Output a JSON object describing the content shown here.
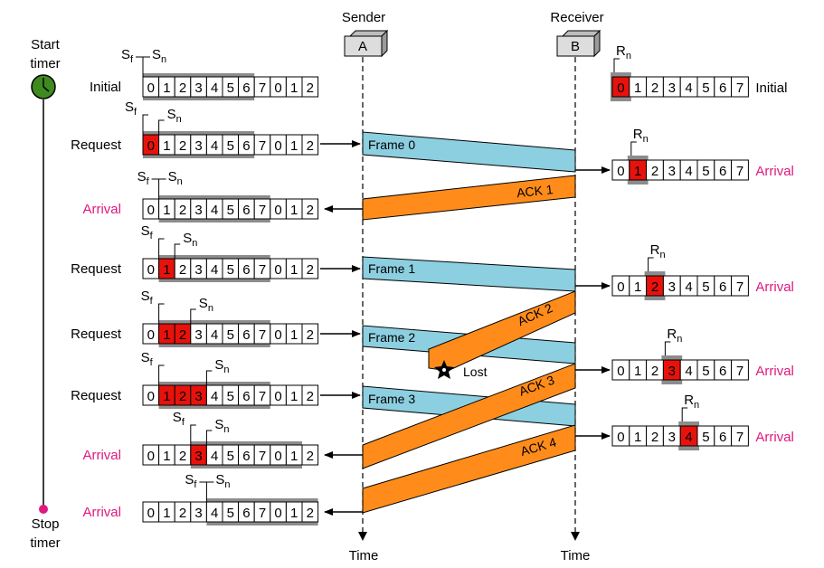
{
  "timer": {
    "start": [
      "Start",
      "timer"
    ],
    "stop": [
      "Stop",
      "timer"
    ]
  },
  "sender": {
    "title": "Sender",
    "box": "A",
    "time": "Time"
  },
  "receiver": {
    "title": "Receiver",
    "box": "B",
    "time": "Time"
  },
  "pointers": {
    "sf": "S",
    "sf_sub": "f",
    "sn": "S",
    "sn_sub": "n",
    "rn": "R",
    "rn_sub": "n"
  },
  "sender_rows": [
    {
      "label": "Initial",
      "kind": "event",
      "cells": [
        "0",
        "1",
        "2",
        "3",
        "4",
        "5",
        "6",
        "7",
        "0",
        "1",
        "2"
      ],
      "sf": 0,
      "sn": 0,
      "window_start": 0,
      "window_size": 7,
      "outstanding": []
    },
    {
      "label": "Request",
      "kind": "event",
      "cells": [
        "0",
        "1",
        "2",
        "3",
        "4",
        "5",
        "6",
        "7",
        "0",
        "1",
        "2"
      ],
      "sf": 0,
      "sn": 1,
      "window_start": 0,
      "window_size": 7,
      "outstanding": [
        0
      ]
    },
    {
      "label": "Arrival",
      "kind": "arrival",
      "cells": [
        "0",
        "1",
        "2",
        "3",
        "4",
        "5",
        "6",
        "7",
        "0",
        "1",
        "2"
      ],
      "sf": 1,
      "sn": 1,
      "window_start": 1,
      "window_size": 7,
      "outstanding": []
    },
    {
      "label": "Request",
      "kind": "event",
      "cells": [
        "0",
        "1",
        "2",
        "3",
        "4",
        "5",
        "6",
        "7",
        "0",
        "1",
        "2"
      ],
      "sf": 1,
      "sn": 2,
      "window_start": 1,
      "window_size": 7,
      "outstanding": [
        1
      ]
    },
    {
      "label": "Request",
      "kind": "event",
      "cells": [
        "0",
        "1",
        "2",
        "3",
        "4",
        "5",
        "6",
        "7",
        "0",
        "1",
        "2"
      ],
      "sf": 1,
      "sn": 3,
      "window_start": 1,
      "window_size": 7,
      "outstanding": [
        1,
        2
      ]
    },
    {
      "label": "Request",
      "kind": "event",
      "cells": [
        "0",
        "1",
        "2",
        "3",
        "4",
        "5",
        "6",
        "7",
        "0",
        "1",
        "2"
      ],
      "sf": 1,
      "sn": 4,
      "window_start": 1,
      "window_size": 7,
      "outstanding": [
        1,
        2,
        3
      ]
    },
    {
      "label": "Arrival",
      "kind": "arrival",
      "cells": [
        "0",
        "1",
        "2",
        "3",
        "4",
        "5",
        "6",
        "7",
        "0",
        "1",
        "2"
      ],
      "sf": 3,
      "sn": 4,
      "window_start": 3,
      "window_size": 7,
      "outstanding": [
        3
      ]
    },
    {
      "label": "Arrival",
      "kind": "arrival",
      "cells": [
        "0",
        "1",
        "2",
        "3",
        "4",
        "5",
        "6",
        "7",
        "0",
        "1",
        "2"
      ],
      "sf": 4,
      "sn": 4,
      "window_start": 4,
      "window_size": 7,
      "outstanding": []
    }
  ],
  "receiver_rows": [
    {
      "label": "Initial",
      "kind": "event",
      "cells": [
        "0",
        "1",
        "2",
        "3",
        "4",
        "5",
        "6",
        "7"
      ],
      "rn": 0
    },
    {
      "label": "Arrival",
      "kind": "arrival",
      "cells": [
        "0",
        "1",
        "2",
        "3",
        "4",
        "5",
        "6",
        "7"
      ],
      "rn": 1
    },
    {
      "label": "Arrival",
      "kind": "arrival",
      "cells": [
        "0",
        "1",
        "2",
        "3",
        "4",
        "5",
        "6",
        "7"
      ],
      "rn": 2
    },
    {
      "label": "Arrival",
      "kind": "arrival",
      "cells": [
        "0",
        "1",
        "2",
        "3",
        "4",
        "5",
        "6",
        "7"
      ],
      "rn": 3
    },
    {
      "label": "Arrival",
      "kind": "arrival",
      "cells": [
        "0",
        "1",
        "2",
        "3",
        "4",
        "5",
        "6",
        "7"
      ],
      "rn": 4
    }
  ],
  "frames": [
    {
      "label": "Frame 0",
      "lost": false
    },
    {
      "label": "Frame 1",
      "lost": false
    },
    {
      "label": "Frame 2",
      "lost": false
    },
    {
      "label": "Frame 3",
      "lost": false
    }
  ],
  "acks": [
    {
      "label": "ACK 1",
      "lost": false
    },
    {
      "label": "ACK 2",
      "lost": true,
      "lost_label": "Lost"
    },
    {
      "label": "ACK 3",
      "lost": false
    },
    {
      "label": "ACK 4",
      "lost": false
    }
  ],
  "colors": {
    "frame": "#8ccfe0",
    "ack": "#ff8c1a",
    "outstanding": "#e8120c",
    "window": "#8c8c8c",
    "arrival_text": "#e0197d",
    "timer": "#3e8a1f",
    "box": "#dddddd"
  }
}
